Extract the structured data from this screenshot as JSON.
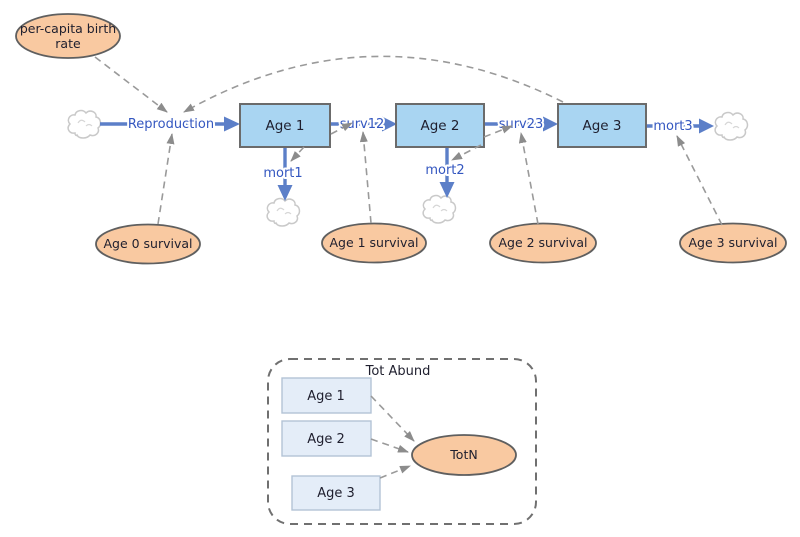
{
  "colors": {
    "stock_fill": "#a9d5f2",
    "stock_border": "#6b6b6b",
    "flow_blue": "#5c7fc8",
    "flow_label_blue": "#3457c0",
    "variable_fill": "#f9c9a1",
    "variable_border": "#5f5f5f",
    "link_gray": "#9a9a9a",
    "group_item_fill": "#e4edf8",
    "group_item_border": "#b3c3d6",
    "text_dark": "#1f1f2e"
  },
  "stocks": [
    {
      "label": "Age 1"
    },
    {
      "label": "Age 2"
    },
    {
      "label": "Age 3"
    }
  ],
  "flows": {
    "reproduction": "Reproduction",
    "surv12": "surv12",
    "surv23": "surv23",
    "mort1": "mort1",
    "mort2": "mort2",
    "mort3": "mort3"
  },
  "variables": {
    "birth_rate_line1": "per-capita birth",
    "birth_rate_line2": "rate",
    "age0_survival": "Age 0 survival",
    "age1_survival": "Age 1 survival",
    "age2_survival": "Age 2 survival",
    "age3_survival": "Age 3 survival",
    "totN": "TotN"
  },
  "group": {
    "title": "Tot Abund",
    "items": [
      {
        "label": "Age 1"
      },
      {
        "label": "Age 2"
      },
      {
        "label": "Age 3"
      }
    ]
  }
}
